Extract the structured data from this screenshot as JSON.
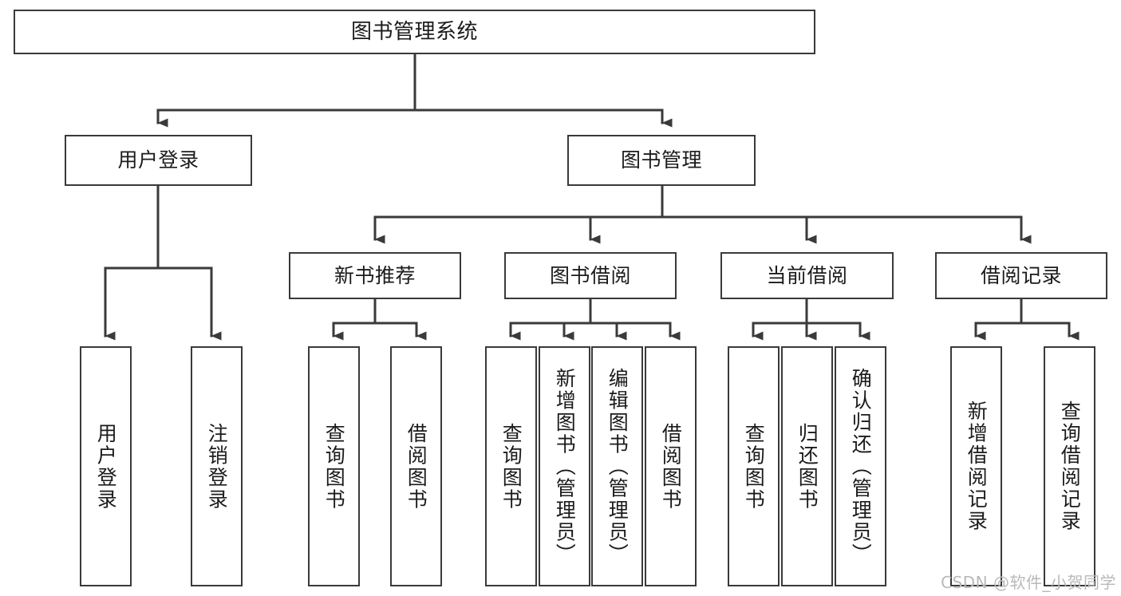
{
  "diagram": {
    "title": "图书管理系统",
    "type": "hierarchy-tree",
    "root": {
      "label": "图书管理系统"
    },
    "level2": [
      {
        "label": "用户登录"
      },
      {
        "label": "图书管理"
      }
    ],
    "level3": [
      {
        "label": "新书推荐"
      },
      {
        "label": "图书借阅"
      },
      {
        "label": "当前借阅"
      },
      {
        "label": "借阅记录"
      }
    ],
    "leaves": {
      "user_login": [
        {
          "label": "用户登录"
        },
        {
          "label": "注销登录"
        }
      ],
      "new_book_recommend": [
        {
          "label": "查询图书"
        },
        {
          "label": "借阅图书"
        }
      ],
      "book_borrow": [
        {
          "label": "查询图书"
        },
        {
          "label": "新增图书（管理员）"
        },
        {
          "label": "编辑图书（管理员）"
        },
        {
          "label": "借阅图书"
        }
      ],
      "current_borrow": [
        {
          "label": "查询图书"
        },
        {
          "label": "归还图书"
        },
        {
          "label": "确认归还（管理员）"
        }
      ],
      "borrow_record": [
        {
          "label": "新增借阅记录"
        },
        {
          "label": "查询借阅记录"
        }
      ]
    },
    "colors": {
      "stroke": "#3a3a3a",
      "fill": "#ffffff",
      "text": "#1b1b1b",
      "watermark": "#b9b9b9"
    }
  },
  "watermark": {
    "text": "CSDN @软件_小贺同学"
  }
}
